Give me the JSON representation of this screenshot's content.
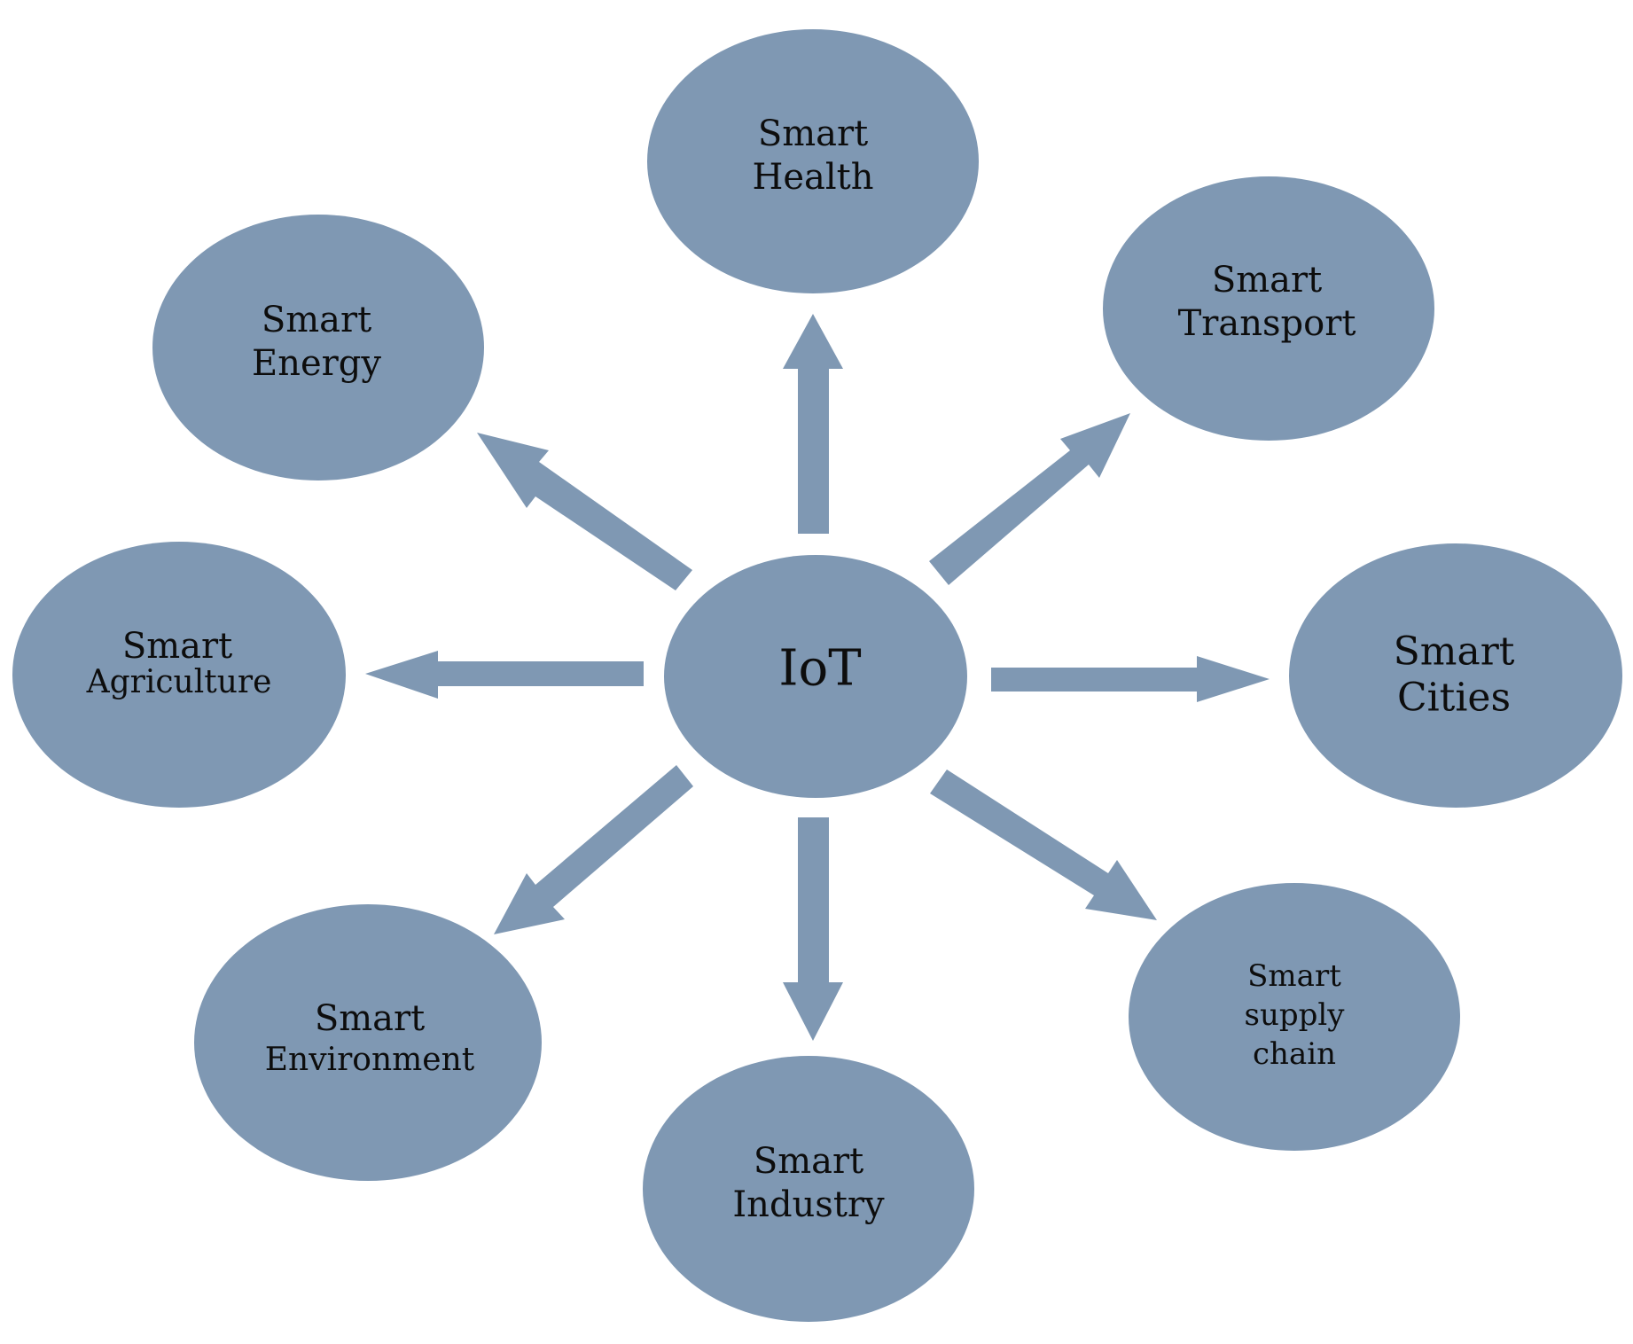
{
  "diagram": {
    "center": {
      "label": "IoT"
    },
    "nodes": {
      "health": {
        "line1": "Smart",
        "line2": "Health"
      },
      "transport": {
        "line1": "Smart",
        "line2": "Transport"
      },
      "cities": {
        "line1": "Smart",
        "line2": "Cities"
      },
      "supply_chain": {
        "line1": "Smart",
        "line2": "supply",
        "line3": "chain"
      },
      "industry": {
        "line1": "Smart",
        "line2": "Industry"
      },
      "environment": {
        "line1": "Smart",
        "line2": "Environment"
      },
      "agriculture": {
        "line1": "Smart",
        "line2": "Agriculture"
      },
      "energy": {
        "line1": "Smart",
        "line2": "Energy"
      }
    }
  },
  "colors": {
    "node_fill": "#7f98b3",
    "arrow_fill": "#7f98b3",
    "text": "#0d0d0d",
    "background": "#ffffff"
  }
}
